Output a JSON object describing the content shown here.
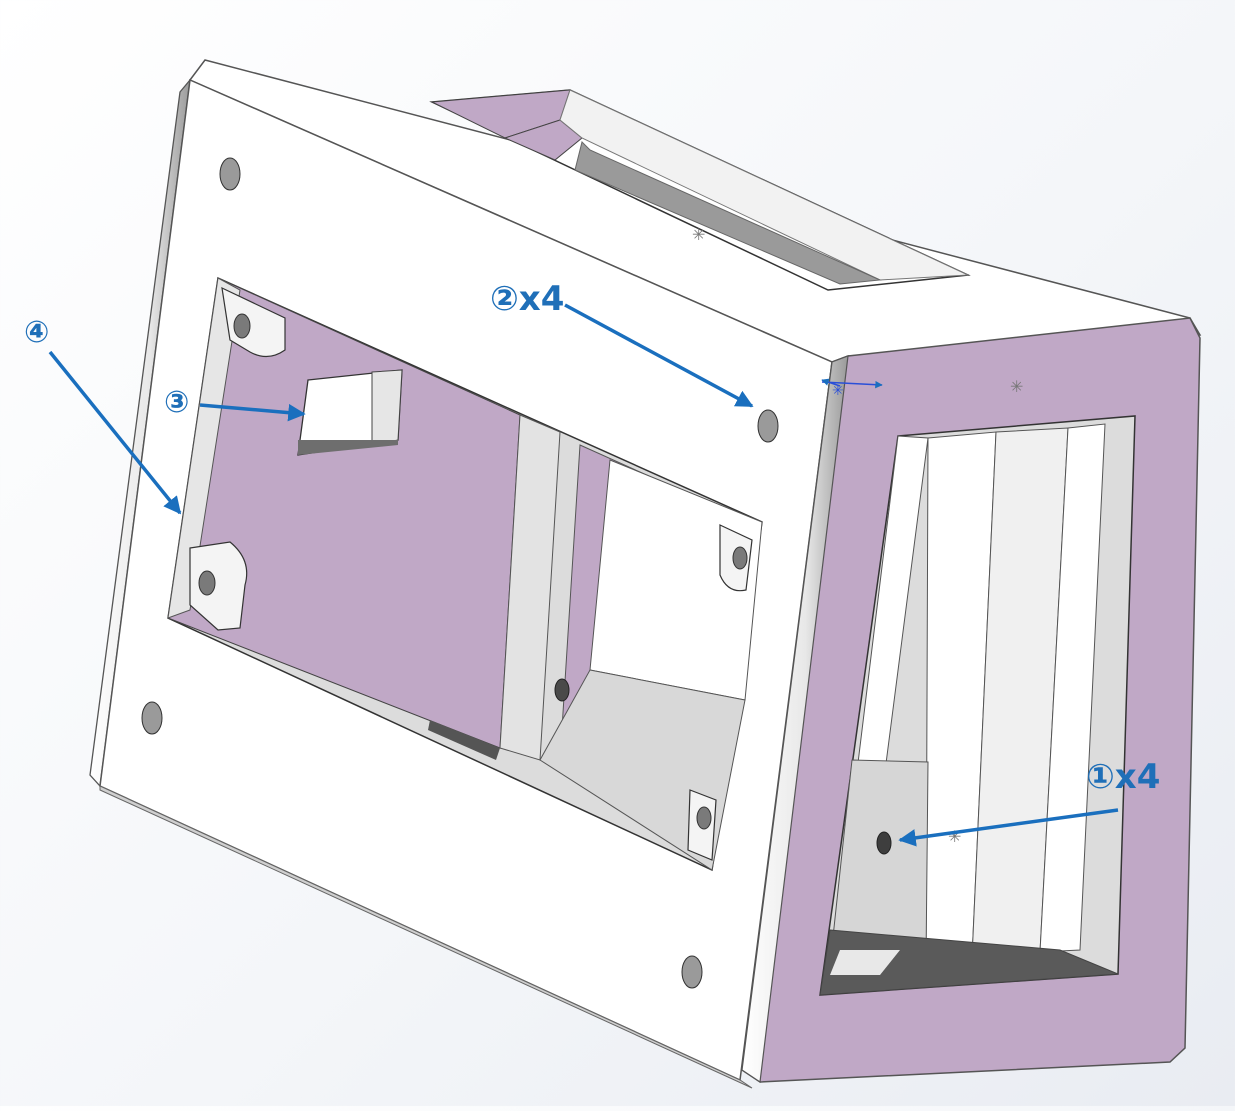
{
  "colors": {
    "arrow": "#1a6fbe",
    "label": "#1f6fb8",
    "face_white": "#ffffff",
    "face_pink": "#c0a8c6",
    "interior_grey": "#d9d9d9",
    "shadow_dark": "#6e6e6e"
  },
  "callouts": [
    {
      "id": "c1",
      "label": "①x4"
    },
    {
      "id": "c2",
      "label": "②x4"
    },
    {
      "id": "c3",
      "label": "③"
    },
    {
      "id": "c4",
      "label": "④"
    }
  ]
}
